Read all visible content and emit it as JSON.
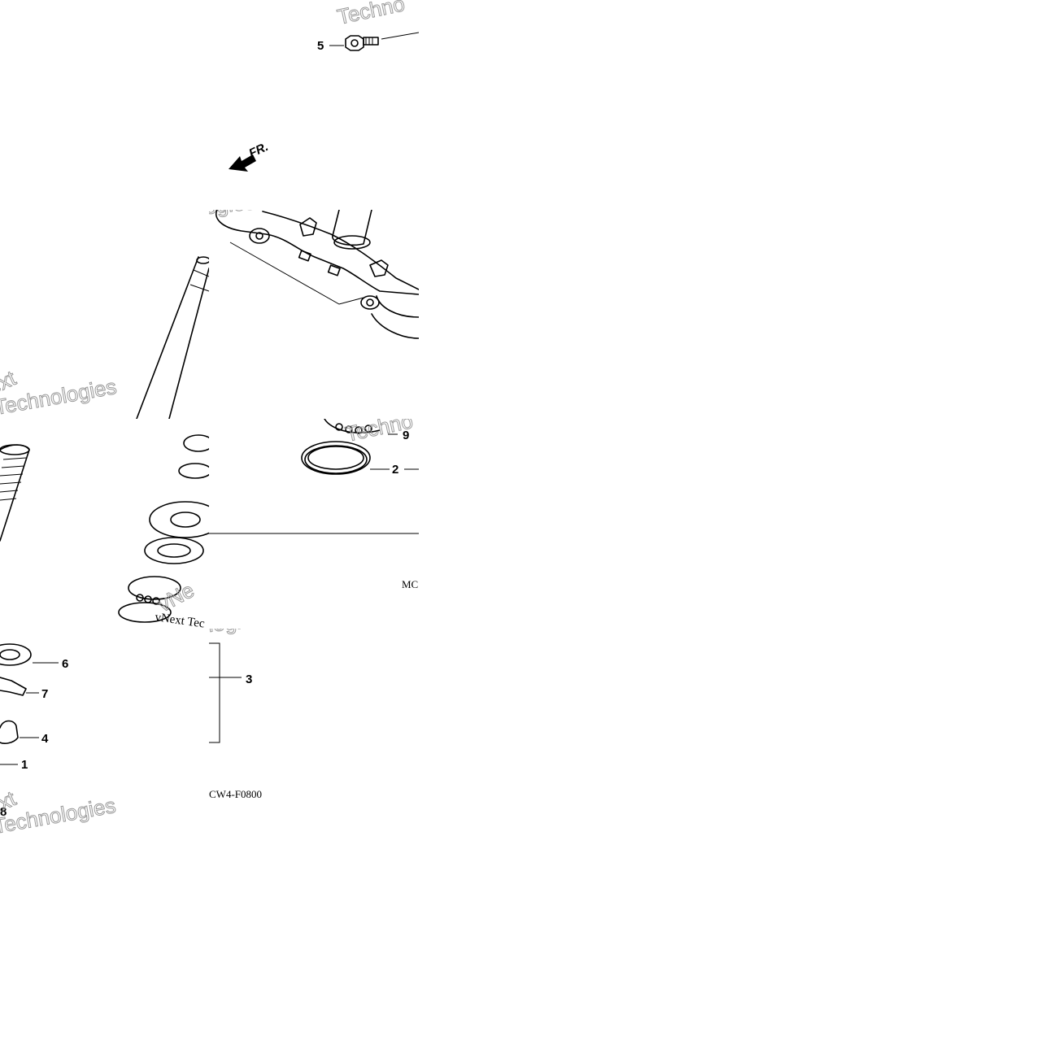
{
  "diagram": {
    "part_code_top": "MC",
    "part_code_bottom": "CW4-F0800",
    "direction_label": "FR.",
    "watermark_brand": "vNext Tec",
    "watermark_hollow": [
      "Techno",
      "ext",
      "Technologies",
      "vNe",
      "logies"
    ],
    "callouts": {
      "c1": "1",
      "c2": "2",
      "c3": "3",
      "c4": "4",
      "c5": "5",
      "c6": "6",
      "c7": "7",
      "c8": "8",
      "c9": "9"
    }
  }
}
